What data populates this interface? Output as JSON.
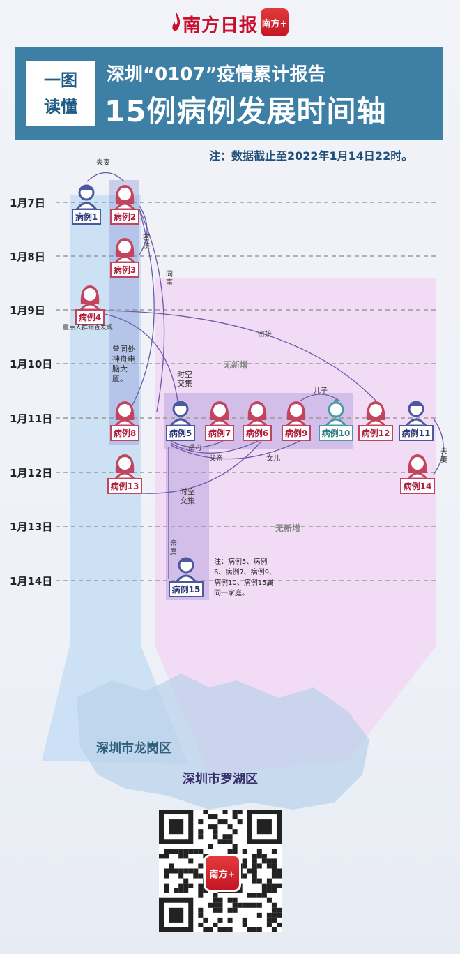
{
  "header": {
    "brand_name": "南方日报",
    "app_logo_text": "南方+",
    "badge_line1": "一图",
    "badge_line2": "读懂",
    "title_line1": "深圳“0107”疫情累计报告",
    "title_line2": "15例病例发展时间轴",
    "note": "注：数据截止至2022年1月14日22时。"
  },
  "timeline": {
    "dates": [
      "1月7日",
      "1月8日",
      "1月9日",
      "1月10日",
      "1月11日",
      "1月12日",
      "1月13日",
      "1月14日"
    ]
  },
  "cases": {
    "c1": "病例1",
    "c2": "病例2",
    "c3": "病例3",
    "c4": "病例4",
    "c5": "病例5",
    "c6": "病例6",
    "c7": "病例7",
    "c8": "病例8",
    "c9": "病例9",
    "c10": "病例10",
    "c11": "病例11",
    "c12": "病例12",
    "c13": "病例13",
    "c14": "病例14",
    "c15": "病例15"
  },
  "relations": {
    "couple_1_2": "夫妻",
    "close_contact_2_3": "密接",
    "colleague": "同事",
    "screening_4": "重点人群筛查发现",
    "close_contact_4_12": "密接",
    "same_building": "曾同处神舟电脑大厦。",
    "spacetime_1": "时空交集",
    "son": "儿子",
    "mother_in_law": "岳母",
    "father": "父亲",
    "daughter": "女儿",
    "spacetime_2": "时空交集",
    "relative": "亲属",
    "couple_11_14": "夫妻"
  },
  "notes": {
    "no_new_1": "无新增",
    "no_new_2": "无新增",
    "family_note": "注：病例5、病例6、病例7、病例9、病例10、病例15属同一家庭。"
  },
  "districts": {
    "longgang": "深圳市龙岗区",
    "luohu": "深圳市罗湖区"
  },
  "colors": {
    "banner": "#3e7fa6",
    "female_case": "#c2445e",
    "male_case": "#4b5aa0",
    "child_case": "#4a9aa4",
    "longgang_zone": "#bcd7f2",
    "luohu_zone": "#efd2f2",
    "link_line": "#6a5aa8",
    "brand_red": "#c8102e"
  },
  "icons": [
    "male-person-icon",
    "female-person-icon",
    "child-person-icon",
    "flame-logo-icon",
    "qr-code-icon"
  ]
}
